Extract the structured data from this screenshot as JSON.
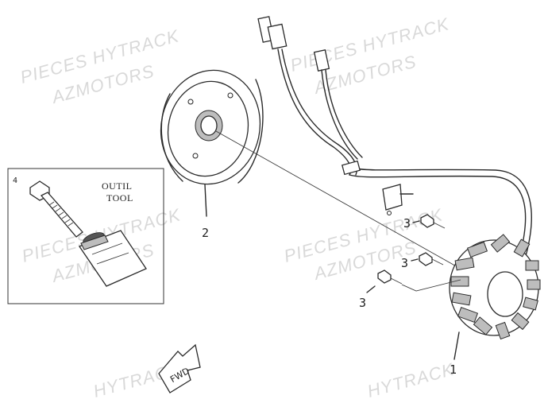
{
  "watermarks": [
    "PIECES HYTRACK",
    "AZMOTORS",
    "PIECES HYTRACK",
    "AZMOTORS",
    "PIECES HYTRACK",
    "AZMOTORS",
    "PIECES HYTRACK",
    "AZMOTORS",
    "HYTRACK",
    "HYTRACK"
  ],
  "callouts": {
    "stator": "1",
    "flywheel": "2",
    "bolt_a": "3",
    "bolt_b": "3",
    "bolt_c": "3",
    "tool": "4"
  },
  "tool_box": {
    "line1": "OUTIL",
    "line2": "TOOL"
  },
  "fwd_label": "FWD"
}
